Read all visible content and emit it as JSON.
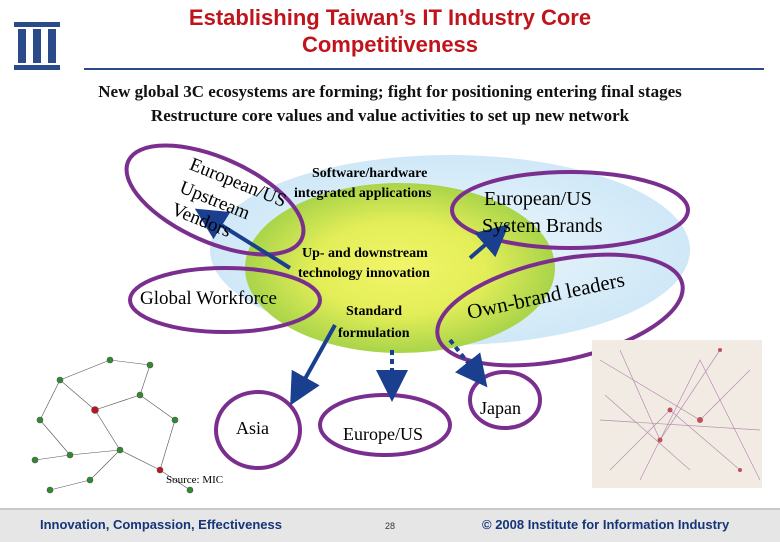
{
  "header": {
    "logo_text": "III",
    "title_line1": "Establishing Taiwan’s IT Industry Core",
    "title_line2": "Competitiveness"
  },
  "subtitles": {
    "line1": "New global 3C ecosystems are forming; fight for positioning entering final stages",
    "line2": "Restructure core values and value activities to set up new network"
  },
  "diagram": {
    "upstream_line1": "European/US",
    "upstream_line2": "Upstream",
    "upstream_line3": "Vendors",
    "software_line1": "Software/hardware",
    "software_line2": "integrated applications",
    "brands_line1": "European/US",
    "brands_line2": "System Brands",
    "innovation_line1": "Up- and downstream",
    "innovation_line2": "technology innovation",
    "own_brand": "Own-brand leaders",
    "workforce": "Global Workforce",
    "standard_line1": "Standard",
    "standard_line2": "formulation",
    "asia": "Asia",
    "europe_us": "Europe/US",
    "japan": "Japan",
    "source": "Source: MIC"
  },
  "colors": {
    "title": "#c0141d",
    "ellipse_stroke": "#7a2f8f",
    "arrow": "#1a3f8f",
    "core_center": "#e6f05a",
    "core_edge": "#b9dd4a",
    "sky": "#d6ecf8",
    "footer_text": "#14357a"
  },
  "footer": {
    "left": "Innovation, Compassion, Effectiveness",
    "page": "28",
    "right": "© 2008 Institute for Information Industry"
  }
}
